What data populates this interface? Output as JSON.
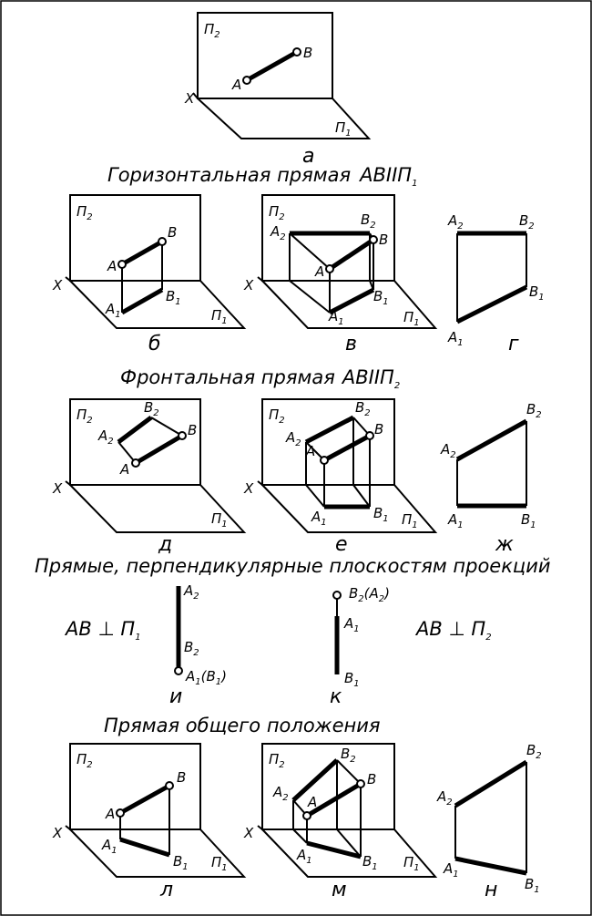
{
  "labels": {
    "p2": "П",
    "p1": "П",
    "x": "X",
    "a": "A",
    "b": "B",
    "one": "1",
    "two": "2"
  },
  "headers": {
    "horizontal": "Горизонтальная прямая",
    "horizontal_rel": "AB",
    "frontal": "Фронтальная прямая",
    "frontal_rel": "AB",
    "perpendicular": "Прямые, перпендикулярные плоскостям проекций",
    "general": "Прямая общего положения"
  },
  "parallel_sign": "II",
  "perp_left": "AB ⊥ П",
  "perp_right": "AB ⊥ П",
  "captions": {
    "a": "а",
    "b": "б",
    "v": "в",
    "g": "г",
    "d": "д",
    "e": "е",
    "zh": "ж",
    "i": "и",
    "k": "к",
    "l": "л",
    "m": "м",
    "n": "н"
  },
  "perp_labels": {
    "i_top": "A",
    "i_mid": "B",
    "i_bot": "A",
    "i_bot_par": "(B",
    "k_top": "B",
    "k_top_par": "(A",
    "k_mid": "A",
    "k_bot": "B"
  }
}
